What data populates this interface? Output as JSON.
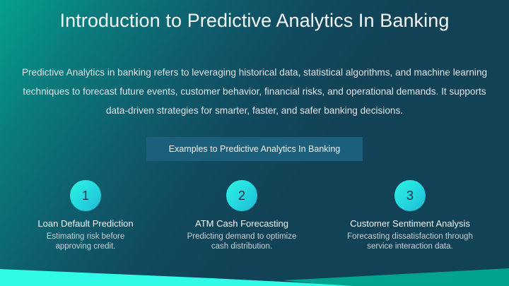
{
  "slide": {
    "title": "Introduction to Predictive Analytics In Banking",
    "intro": "Predictive Analytics in banking refers to leveraging historical data, statistical algorithms, and machine learning techniques to forecast future events, customer behavior, financial risks, and operational demands. It supports data-driven strategies for smarter, faster, and safer banking decisions.",
    "examples_banner": "Examples to Predictive Analytics In Banking",
    "cards": [
      {
        "number": "1",
        "title": "Loan Default Prediction",
        "description": "Estimating risk before approving credit."
      },
      {
        "number": "2",
        "title": "ATM Cash Forecasting",
        "description": "Predicting demand to optimize cash distribution."
      },
      {
        "number": "3",
        "title": "Customer Sentiment Analysis",
        "description": "Forecasting dissatisfaction through service interaction data."
      }
    ]
  },
  "colors": {
    "background_dark": "#124255",
    "background_teal": "#04a18e",
    "banner": "#1b5f7b",
    "badge_cyan": "#2ff4e2",
    "wave_cyan": "#30fbe6",
    "wave_teal": "#03a48f"
  }
}
